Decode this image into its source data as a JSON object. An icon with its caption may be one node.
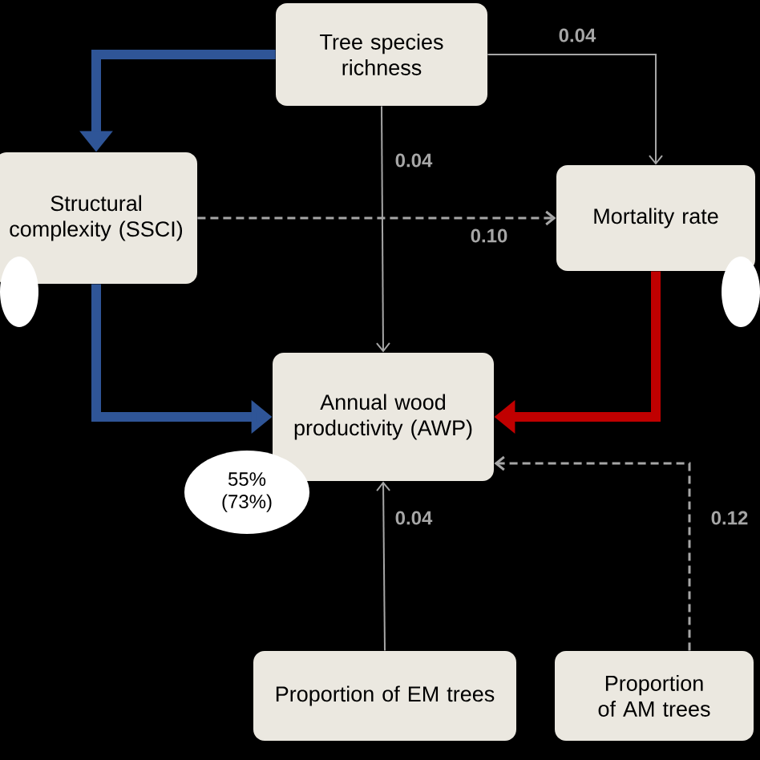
{
  "diagram": {
    "nodes": [
      {
        "text": [
          "Tree species richness"
        ]
      },
      {
        "text": [
          "Structural complexity (SSCI)"
        ]
      },
      {
        "text": [
          "Mortality rate"
        ]
      },
      {
        "text": [
          "Annual wood productivity (AWP)"
        ]
      },
      {
        "text": [
          "55% (73%)"
        ]
      },
      {
        "text": [
          "Proportion of EM trees"
        ]
      },
      {
        "text": [
          "Proportion of AM trees"
        ]
      },
      {
        "text": [],
        "shape": "ellipse"
      },
      {
        "text": [],
        "shape": "ellipse"
      }
    ],
    "edges": [
      {
        "from": 0,
        "to": 1,
        "arrow": "to",
        "style": "thick",
        "color": "#2f5597"
      },
      {
        "from": 0,
        "to": 2,
        "arrow": "to",
        "label": "0.04"
      },
      {
        "from": 0,
        "to": 3,
        "arrow": "to",
        "label": "0.04"
      },
      {
        "from": 1,
        "to": 2,
        "arrow": "to",
        "style": "dashed",
        "label": "0.10"
      },
      {
        "from": 1,
        "to": 3,
        "arrow": "to",
        "style": "thick",
        "color": "#2f5597"
      },
      {
        "from": 2,
        "to": 3,
        "arrow": "to",
        "style": "thick",
        "color": "#c00000"
      },
      {
        "from": 5,
        "to": 3,
        "arrow": "to",
        "label": "0.04"
      },
      {
        "from": 6,
        "to": 3,
        "arrow": "to",
        "style": "dashed",
        "label": "0.12"
      }
    ]
  }
}
